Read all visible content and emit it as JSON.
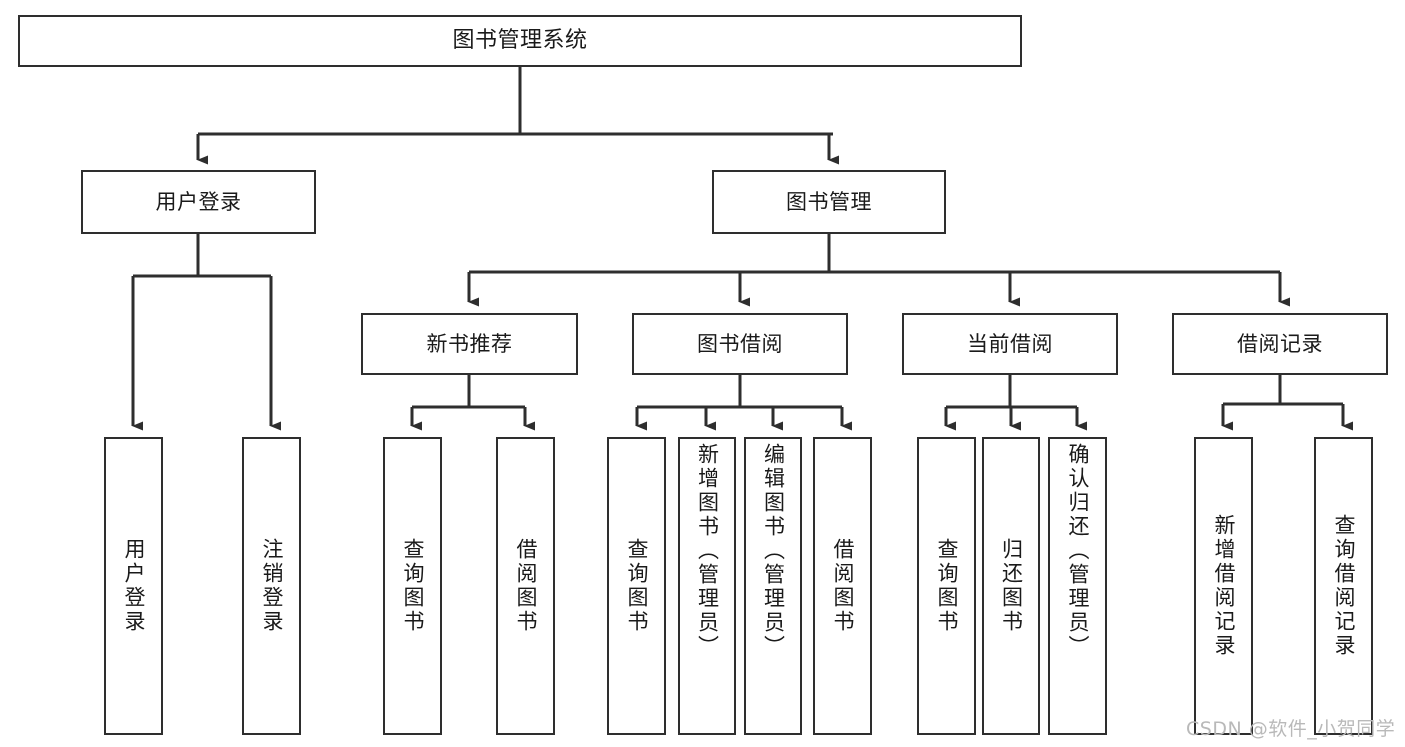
{
  "diagram": {
    "title": "图书管理系统",
    "type": "tree-hierarchy-chart",
    "orientation": "top-down",
    "colors": {
      "box_border": "#2e2e2e",
      "box_fill": "#ffffff",
      "edge": "#2e2e2e",
      "text": "#1a1a1a",
      "watermark": "#b9b9b9",
      "background": "#ffffff"
    }
  },
  "watermark": {
    "text": "CSDN @软件_小贺同学"
  },
  "nodes": {
    "root": {
      "label": "图书管理系统"
    },
    "level2": [
      {
        "label": "用户登录"
      },
      {
        "label": "图书管理"
      }
    ],
    "level3": [
      {
        "label": "新书推荐"
      },
      {
        "label": "图书借阅"
      },
      {
        "label": "当前借阅"
      },
      {
        "label": "借阅记录"
      }
    ],
    "leaves": {
      "user_login": [
        {
          "label": "用户登录"
        },
        {
          "label": "注销登录"
        }
      ],
      "new_book_recommend": [
        {
          "label": "查询图书"
        },
        {
          "label": "借阅图书"
        }
      ],
      "book_borrow": [
        {
          "label": "查询图书"
        },
        {
          "label": "新增图书（管理员）"
        },
        {
          "label": "编辑图书（管理员）"
        },
        {
          "label": "借阅图书"
        }
      ],
      "current_borrow": [
        {
          "label": "查询图书"
        },
        {
          "label": "归还图书"
        },
        {
          "label": "确认归还（管理员）"
        }
      ],
      "borrow_record": [
        {
          "label": "新增借阅记录"
        },
        {
          "label": "查询借阅记录"
        }
      ]
    }
  }
}
